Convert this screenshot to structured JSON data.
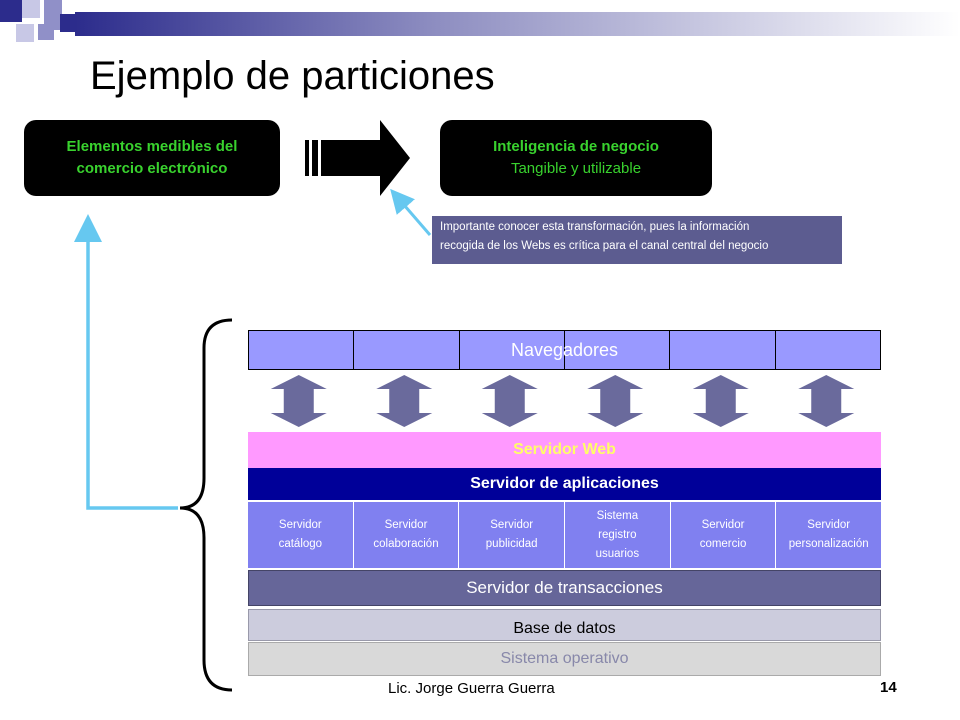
{
  "title": "Ejemplo de particiones",
  "box_left": {
    "line1": "Elementos medibles del",
    "line2": "comercio electrónico"
  },
  "box_right": {
    "line1": "Inteligencia de negocio",
    "line2": "Tangible y utilizable"
  },
  "note": {
    "line1": "Importante conocer esta transformación, pues la información",
    "line2": "recogida de los Webs es crítica para el canal central del negocio"
  },
  "navegadores": "Navegadores",
  "servidor_web": "Servidor Web",
  "servidor_aplicaciones": "Servidor de aplicaciones",
  "servers": [
    {
      "line1": "Servidor",
      "line2": "catálogo"
    },
    {
      "line1": "Servidor",
      "line2": "colaboración"
    },
    {
      "line1": "Servidor",
      "line2": "publicidad"
    },
    {
      "line1": "Sistema",
      "line2": "registro",
      "line3": "usuarios"
    },
    {
      "line1": "Servidor",
      "line2": "comercio"
    },
    {
      "line1": "Servidor",
      "line2": "personalización"
    }
  ],
  "servidor_transacciones": "Servidor de transacciones",
  "base_datos": "Base de datos",
  "sistema_operativo": "Sistema operativo",
  "footer": "Lic. Jorge Guerra Guerra",
  "page_number": "14",
  "colors": {
    "navegadores": "#9999ff",
    "servidor_web": "#ff99ff",
    "servidor_web_text": "#ffff66",
    "aplicaciones": "#000099",
    "servers": "#8080f0",
    "transacciones": "#666699",
    "base_datos": "#ccccdd",
    "sistema_operativo": "#d9d9d9",
    "connector": "#66c8f0",
    "green_text": "#39d22e"
  }
}
